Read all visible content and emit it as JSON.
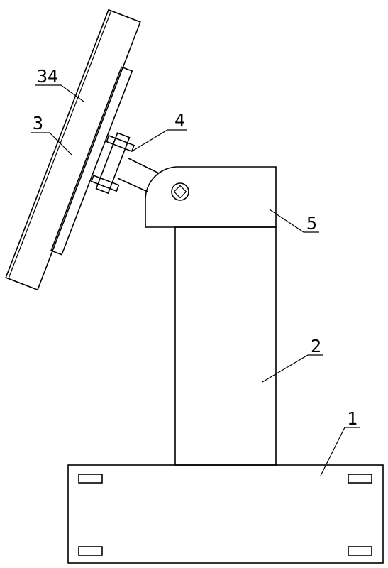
{
  "labels": {
    "part_1": "1",
    "part_2": "2",
    "part_3": "3",
    "part_4": "4",
    "part_5": "5",
    "part_34": "34"
  },
  "colors": {
    "line": "#000000",
    "background": "#ffffff"
  }
}
